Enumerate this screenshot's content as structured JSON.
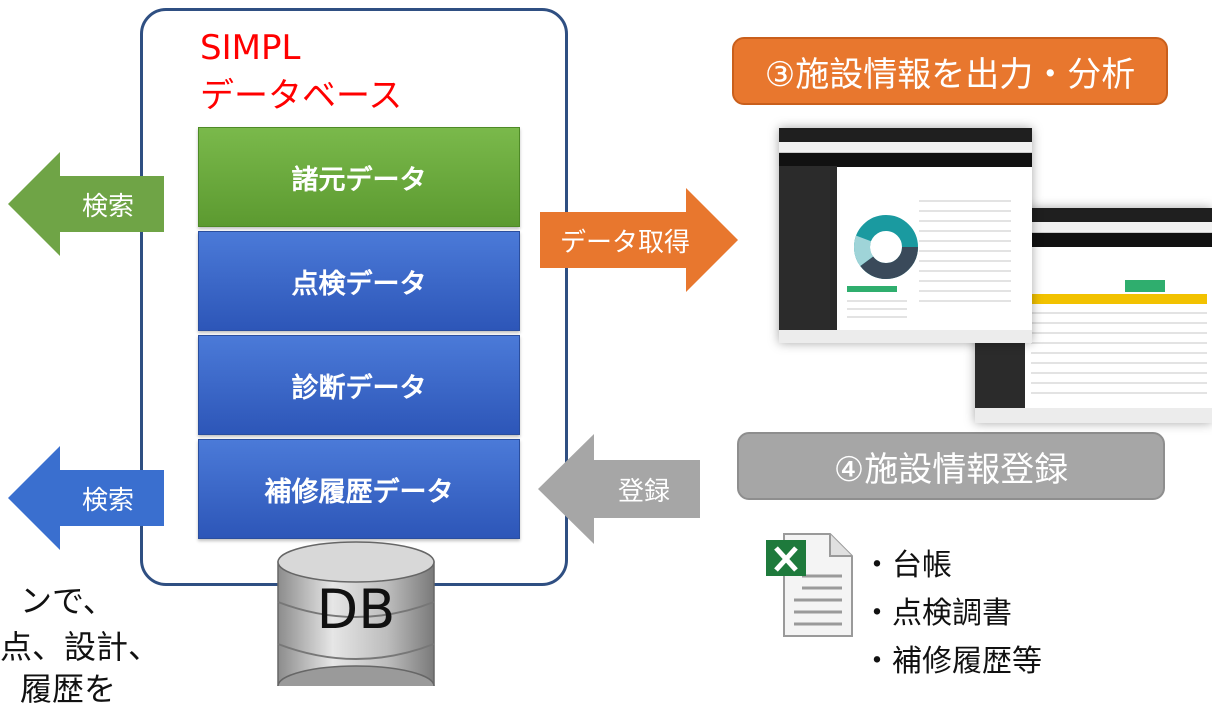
{
  "simpl": {
    "title_line1": "SIMPL",
    "title_line2": "データベース",
    "layers": [
      {
        "label": "諸元データ"
      },
      {
        "label": "点検データ"
      },
      {
        "label": "診断データ"
      },
      {
        "label": "補修履歴データ"
      }
    ],
    "db_label": "DB"
  },
  "arrows": {
    "search_top": "検索",
    "search_bottom": "検索",
    "get_data": "データ取得",
    "register": "登録"
  },
  "right": {
    "output_badge": "③施設情報を出力・分析",
    "register_badge": "④施設情報登録",
    "file_items": [
      "・台帳",
      "・点検調書",
      "・補修履歴等"
    ]
  },
  "left_partial": {
    "line1": "ンで、",
    "line2": "点、設計、",
    "line3": "履歴を"
  },
  "colors": {
    "green": "#5c9a30",
    "blue": "#2d56b8",
    "orange": "#e8772e",
    "gray": "#a6a6a6",
    "title_red": "#ff0000",
    "frame": "#2f4f82"
  }
}
